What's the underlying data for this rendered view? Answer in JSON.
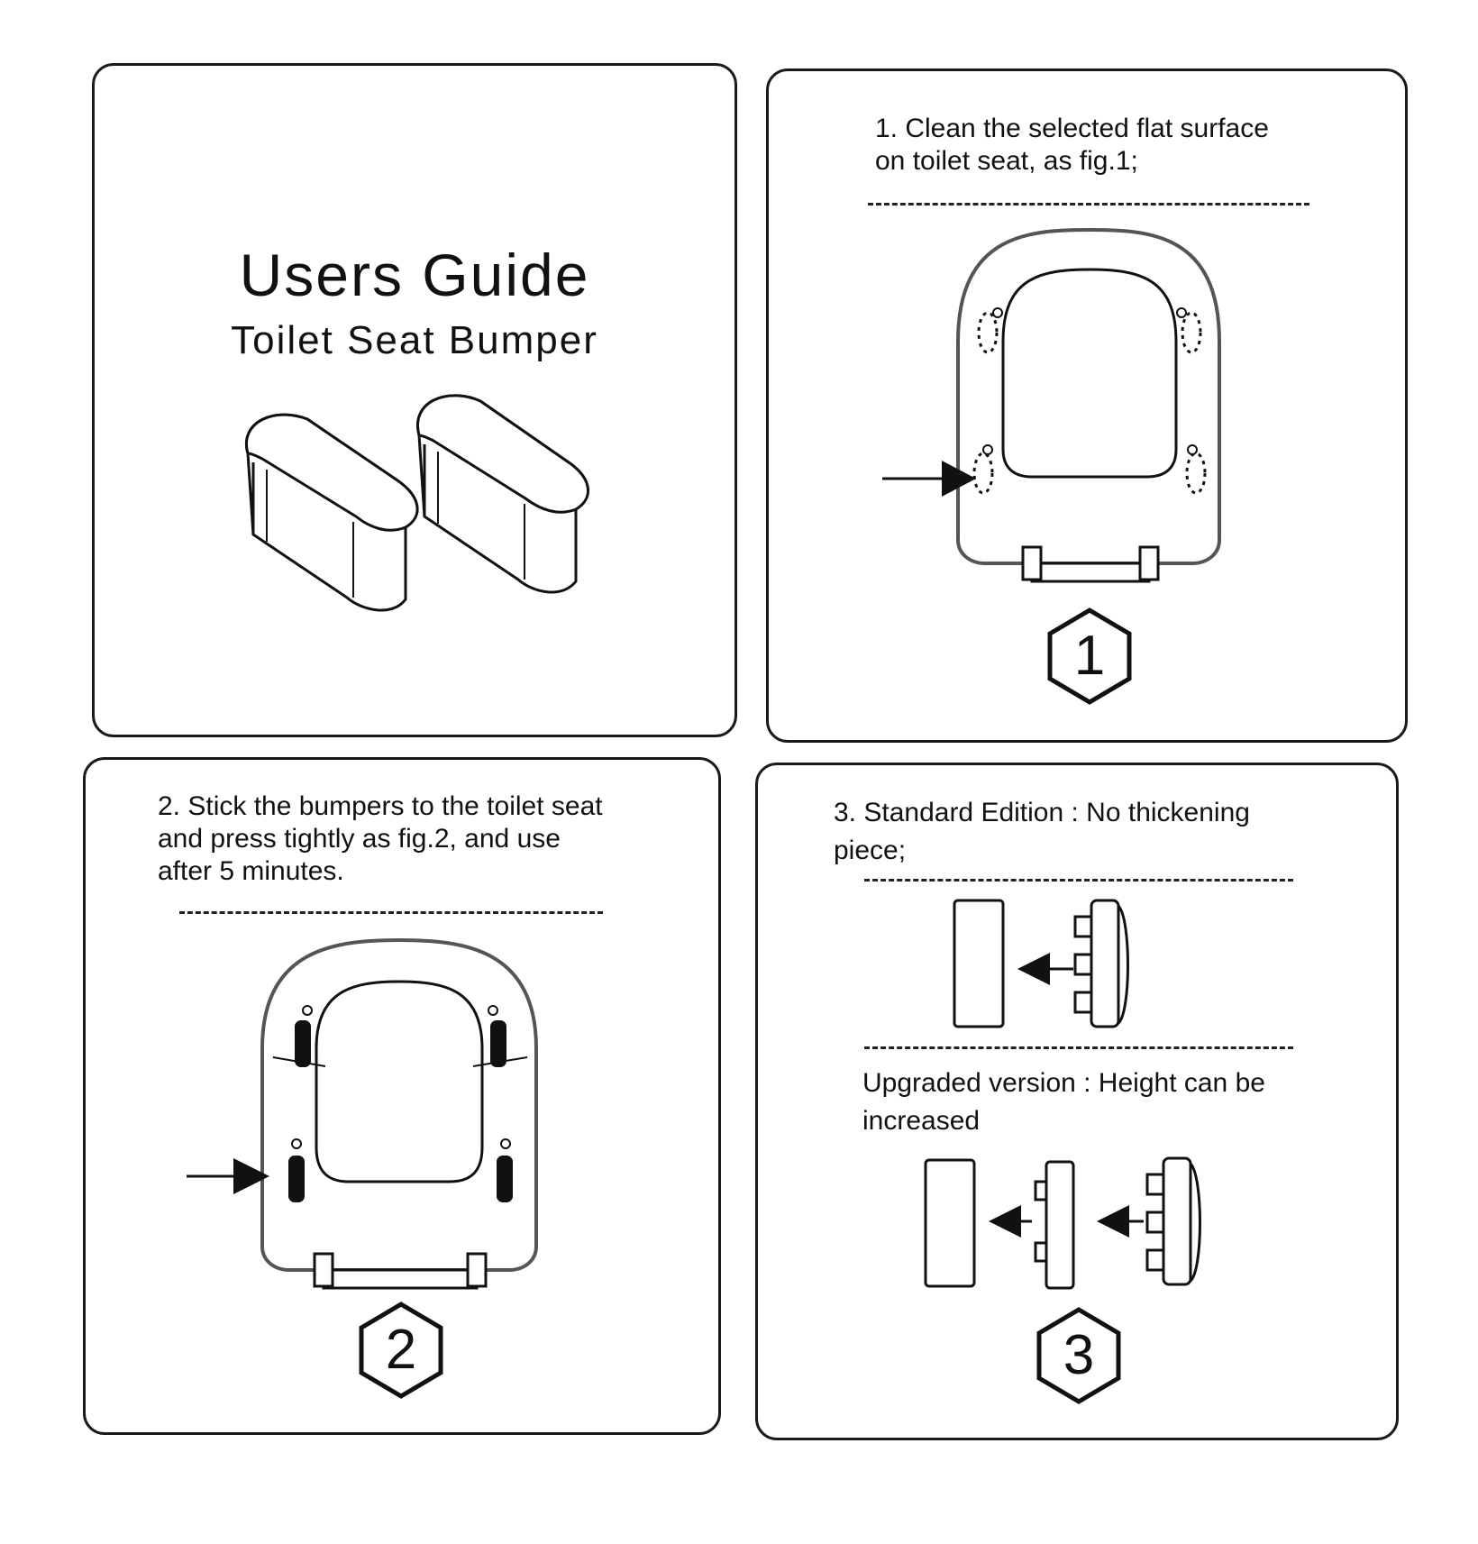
{
  "cover": {
    "title": "Users Guide",
    "subtitle": "Toilet Seat Bumper"
  },
  "step1": {
    "text": "1. Clean the selected flat surface\non toilet seat, as fig.1;",
    "badge": "1"
  },
  "step2": {
    "text": "2. Stick the bumpers to the toilet seat\nand press tightly as fig.2, and use\nafter 5 minutes.",
    "badge": "2"
  },
  "step3": {
    "standard_text": "3. Standard Edition : No thickening\n    piece;",
    "upgraded_text": "Upgraded version : Height can be\nincreased",
    "badge": "3"
  }
}
